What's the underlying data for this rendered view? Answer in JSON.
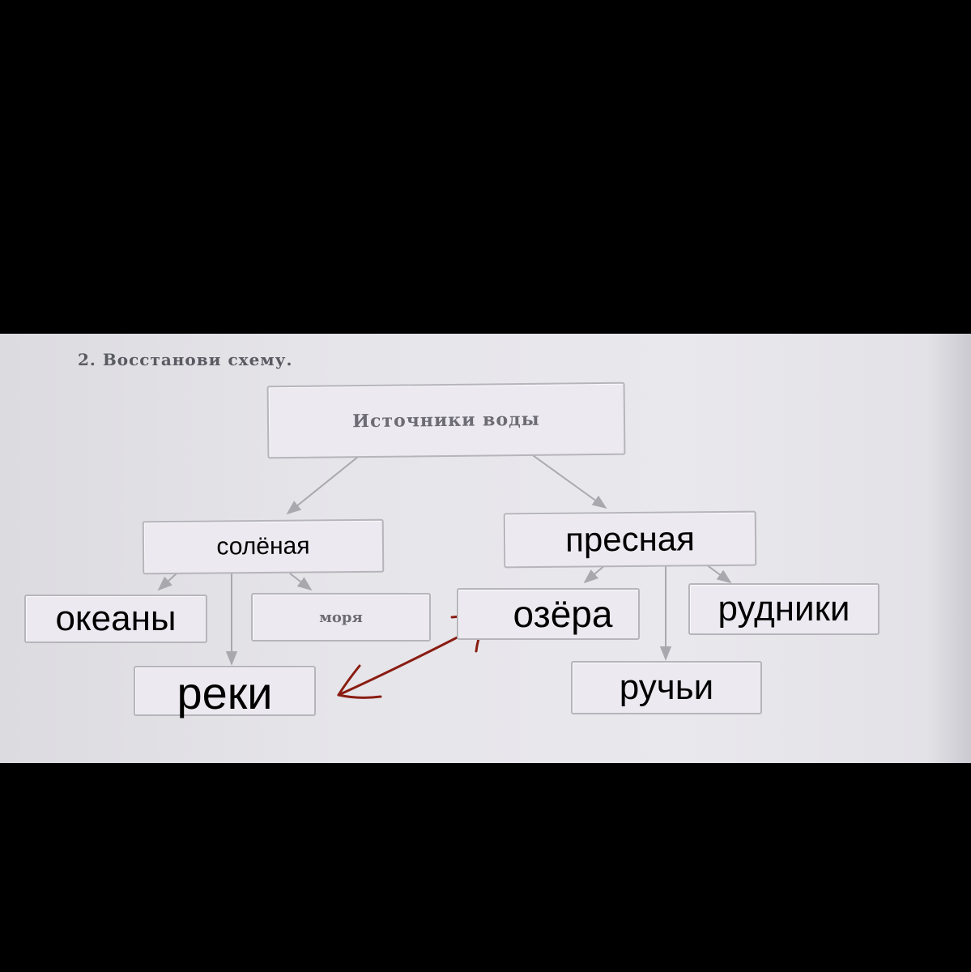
{
  "task": {
    "title": "2. Восстанови схему."
  },
  "diagram": {
    "root": {
      "label": "Источники воды"
    },
    "salt": {
      "label": "солёная"
    },
    "fresh": {
      "label": "пресная"
    },
    "oceans": {
      "label": "океаны"
    },
    "seas": {
      "label": "моря"
    },
    "rivers": {
      "label": "реки"
    },
    "lakes": {
      "label": "озёра"
    },
    "mines": {
      "label": "рудники"
    },
    "streams": {
      "label": "ручьи"
    }
  },
  "colors": {
    "connector": "#a9a8ae",
    "handwritten_arrow": "#8a1d12",
    "box_border": "#b6b5bb"
  }
}
